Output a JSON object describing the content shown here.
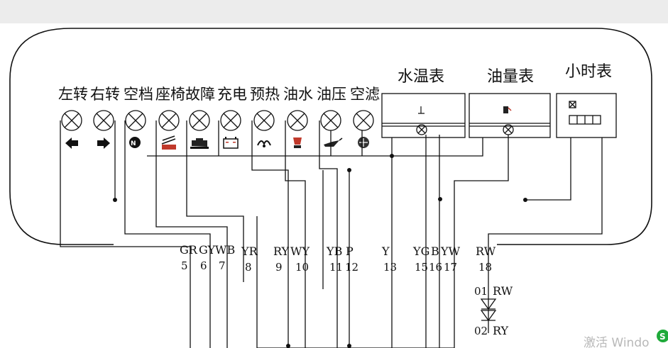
{
  "indicators": [
    {
      "label": "左转",
      "icon": "arrow-left-icon"
    },
    {
      "label": "右转",
      "icon": "arrow-right-icon"
    },
    {
      "label": "空档",
      "icon": "neutral-gear-icon"
    },
    {
      "label": "座椅",
      "icon": "seat-icon"
    },
    {
      "label": "故障",
      "icon": "engine-fault-icon"
    },
    {
      "label": "充电",
      "icon": "battery-icon"
    },
    {
      "label": "预热",
      "icon": "glow-plug-icon"
    },
    {
      "label": "油水",
      "icon": "water-in-fuel-icon"
    },
    {
      "label": "油压",
      "icon": "oil-pressure-icon"
    },
    {
      "label": "空滤",
      "icon": "air-filter-icon"
    }
  ],
  "gauges": [
    {
      "label": "水温表",
      "icon": "temperature-icon"
    },
    {
      "label": "油量表",
      "icon": "fuel-icon"
    },
    {
      "label": "小时表",
      "icon": "hour-meter-icon"
    }
  ],
  "connector": [
    {
      "wire": "GR",
      "pin": "5"
    },
    {
      "wire": "GY",
      "pin": "6"
    },
    {
      "wire": "WB",
      "pin": "7"
    },
    {
      "wire": "YR",
      "pin": "8"
    },
    {
      "wire": "RY",
      "pin": "9"
    },
    {
      "wire": "WY",
      "pin": "10"
    },
    {
      "wire": "YB",
      "pin": "11"
    },
    {
      "wire": "P",
      "pin": "12"
    },
    {
      "wire": "Y",
      "pin": "13"
    },
    {
      "wire": "YG",
      "pin": "15"
    },
    {
      "wire": "B",
      "pin": "16"
    },
    {
      "wire": "YW",
      "pin": "17"
    },
    {
      "wire": "RW",
      "pin": "18"
    }
  ],
  "diodes": [
    {
      "pin": "01",
      "wire": "RW"
    },
    {
      "pin": "02",
      "wire": "RY"
    }
  ],
  "watermark": "激活 Windo"
}
